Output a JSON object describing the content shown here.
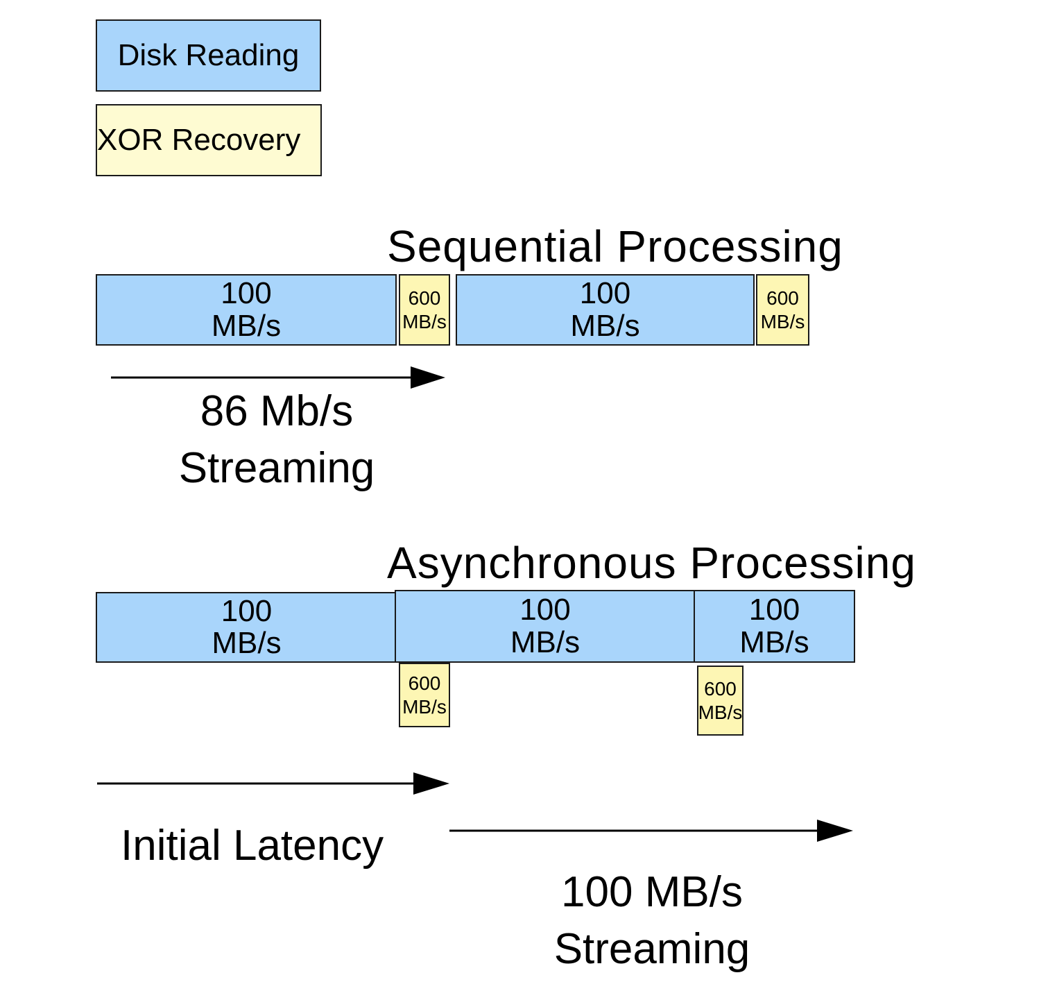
{
  "legend": {
    "disk_reading": "Disk Reading",
    "xor_recovery": "XOR Recovery"
  },
  "colors": {
    "disk_reading": "#a9d5fb",
    "xor_recovery": "#fdf6b4",
    "border": "#1a1a1a"
  },
  "sequential": {
    "title": "Sequential Processing",
    "blocks": [
      {
        "type": "disk",
        "value": "100",
        "unit": "MB/s"
      },
      {
        "type": "xor",
        "value": "600",
        "unit": "MB/s"
      },
      {
        "type": "disk",
        "value": "100",
        "unit": "MB/s"
      },
      {
        "type": "xor",
        "value": "600",
        "unit": "MB/s"
      }
    ],
    "arrow_label_line1": "86 Mb/s",
    "arrow_label_line2": "Streaming"
  },
  "asynchronous": {
    "title": "Asynchronous Processing",
    "blocks": [
      {
        "type": "disk",
        "value": "100",
        "unit": "MB/s"
      },
      {
        "type": "disk",
        "value": "100",
        "unit": "MB/s"
      },
      {
        "type": "disk",
        "value": "100",
        "unit": "MB/s"
      },
      {
        "type": "xor",
        "value": "600",
        "unit": "MB/s"
      },
      {
        "type": "xor",
        "value": "600",
        "unit": "MB/s"
      }
    ],
    "latency_label": "Initial Latency",
    "streaming_label_line1": "100 MB/s",
    "streaming_label_line2": "Streaming"
  }
}
